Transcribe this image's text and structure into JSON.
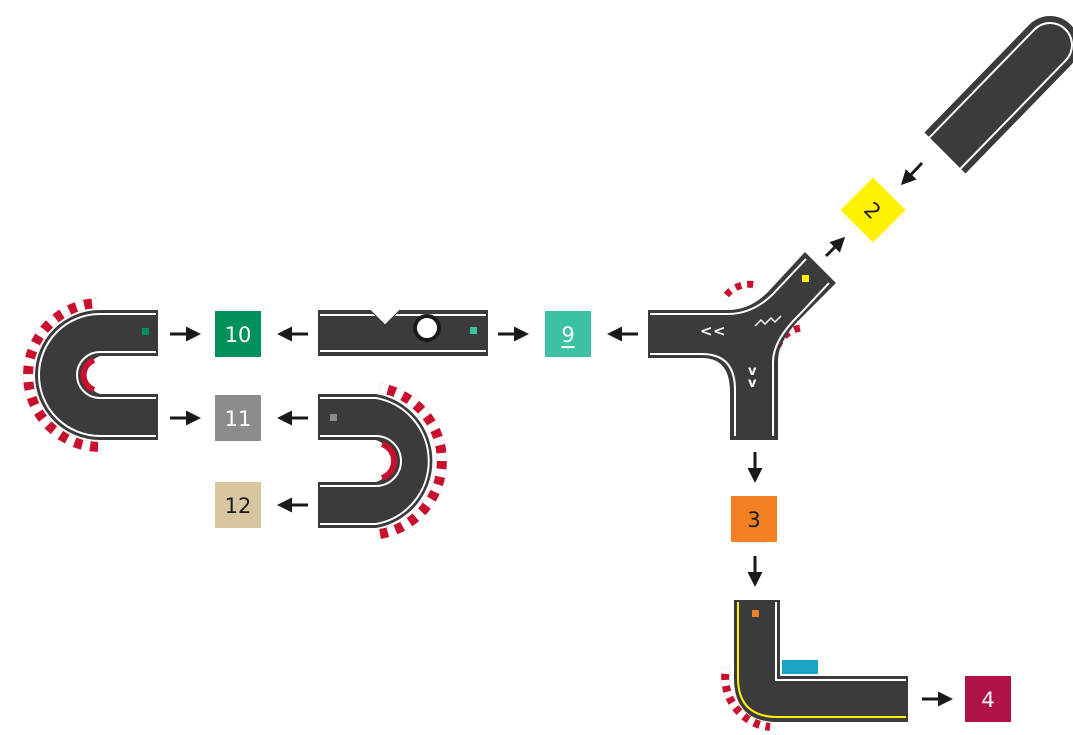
{
  "colors": {
    "asphalt": "#3b3b3b",
    "line": "#ffffff",
    "kerb_red": "#c8102e",
    "arrow": "#1a1a1a",
    "yellow": "#fff200",
    "orange": "#f08022",
    "maroon": "#b0124a",
    "dark_green": "#00915a",
    "teal": "#3cc2a2",
    "gray": "#8c8c8c",
    "tan": "#d7c6a0",
    "blue_kerb": "#1aa3c7"
  },
  "labels": [
    {
      "id": "2",
      "text": "2",
      "color": "#fff200",
      "text_color": "#1a1a1a"
    },
    {
      "id": "3",
      "text": "3",
      "color": "#f08022",
      "text_color": "#1a1a1a"
    },
    {
      "id": "4",
      "text": "4",
      "color": "#b0124a",
      "text_color": "#ffffff"
    },
    {
      "id": "9",
      "text": "9",
      "color": "#3cc2a2",
      "text_color": "#ffffff",
      "underline": true
    },
    {
      "id": "10",
      "text": "10",
      "color": "#00915a",
      "text_color": "#ffffff"
    },
    {
      "id": "11",
      "text": "11",
      "color": "#8c8c8c",
      "text_color": "#ffffff"
    },
    {
      "id": "12",
      "text": "12",
      "color": "#d7c6a0",
      "text_color": "#1a1a1a"
    }
  ],
  "track_pieces": [
    {
      "id": "straight-end",
      "icon": "straight-end-track"
    },
    {
      "id": "y-junction",
      "icon": "y-junction-track",
      "markers": [
        "<",
        "<",
        "v",
        "v"
      ]
    },
    {
      "id": "corner",
      "icon": "corner-track"
    },
    {
      "id": "straight-bridge",
      "icon": "straight-track-with-bridge"
    },
    {
      "id": "u-turn-left",
      "icon": "hairpin-track"
    },
    {
      "id": "u-turn-right",
      "icon": "hairpin-track"
    }
  ]
}
